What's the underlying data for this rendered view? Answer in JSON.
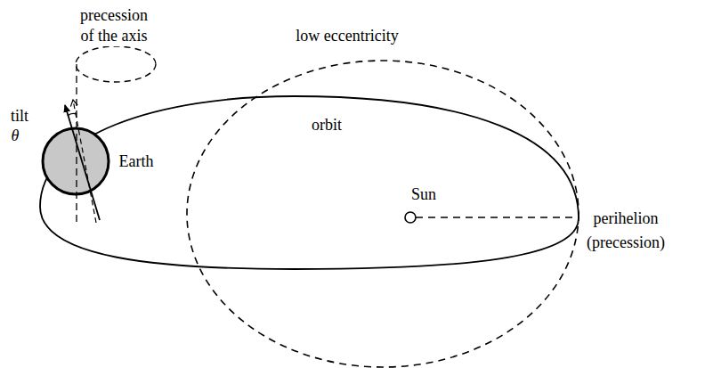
{
  "diagram": {
    "labels": [
      "precession of the axis",
      "low eccentricity",
      "tilt",
      "θ",
      "Earth",
      "orbit",
      "Sun",
      "perihelion",
      "(precession)"
    ]
  }
}
